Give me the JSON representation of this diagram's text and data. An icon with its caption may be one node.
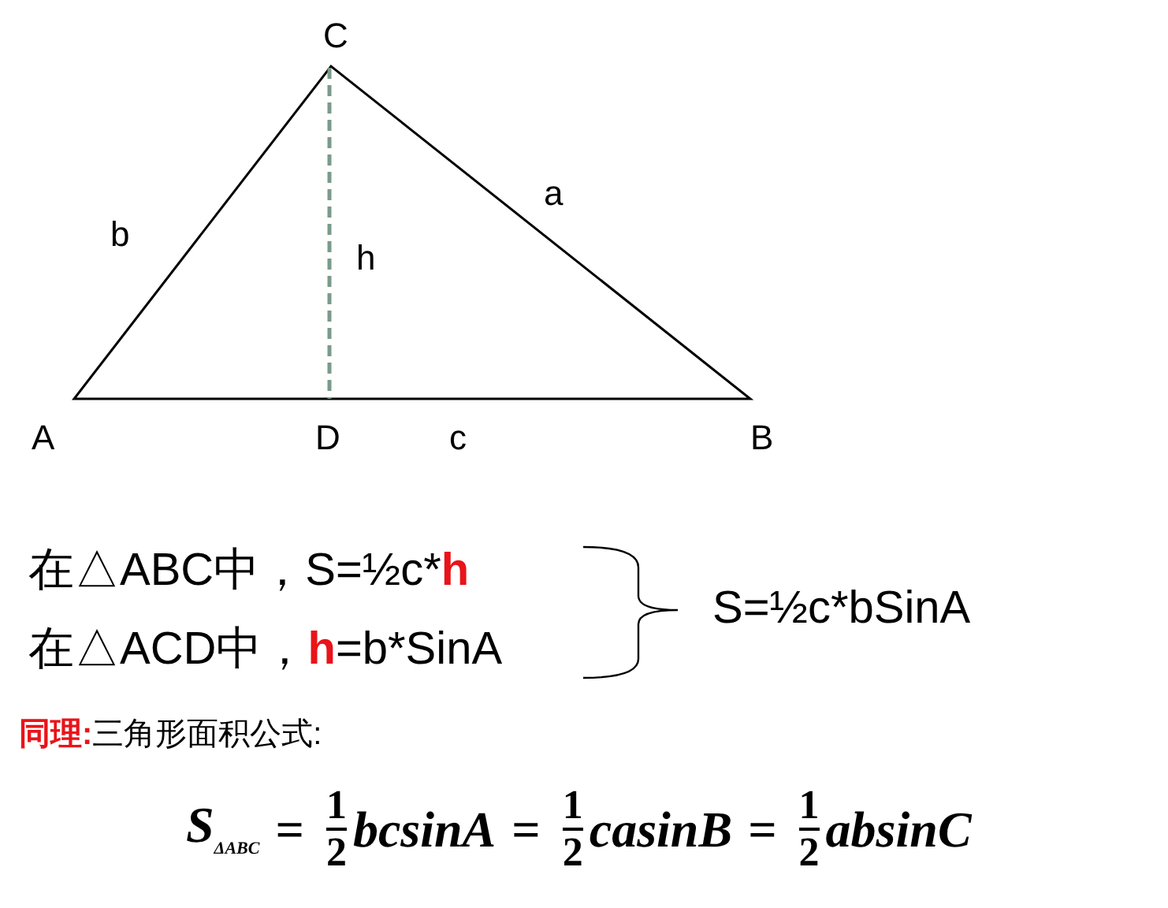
{
  "diagram": {
    "labels": [
      "C",
      "b",
      "a",
      "h",
      "A",
      "D",
      "c",
      "B",
      "在△ABC中，S=½c*",
      "h",
      "在△ACD中，",
      "h",
      "=b*SinA",
      "S=½c*bSinA",
      "同理:",
      "三角形面积公式:",
      "S$_{ΔABC}$",
      "=",
      "1",
      "2",
      "bcsinA",
      "=",
      "1",
      "2",
      "casinB",
      "=",
      "1",
      "2",
      "absinC"
    ]
  }
}
